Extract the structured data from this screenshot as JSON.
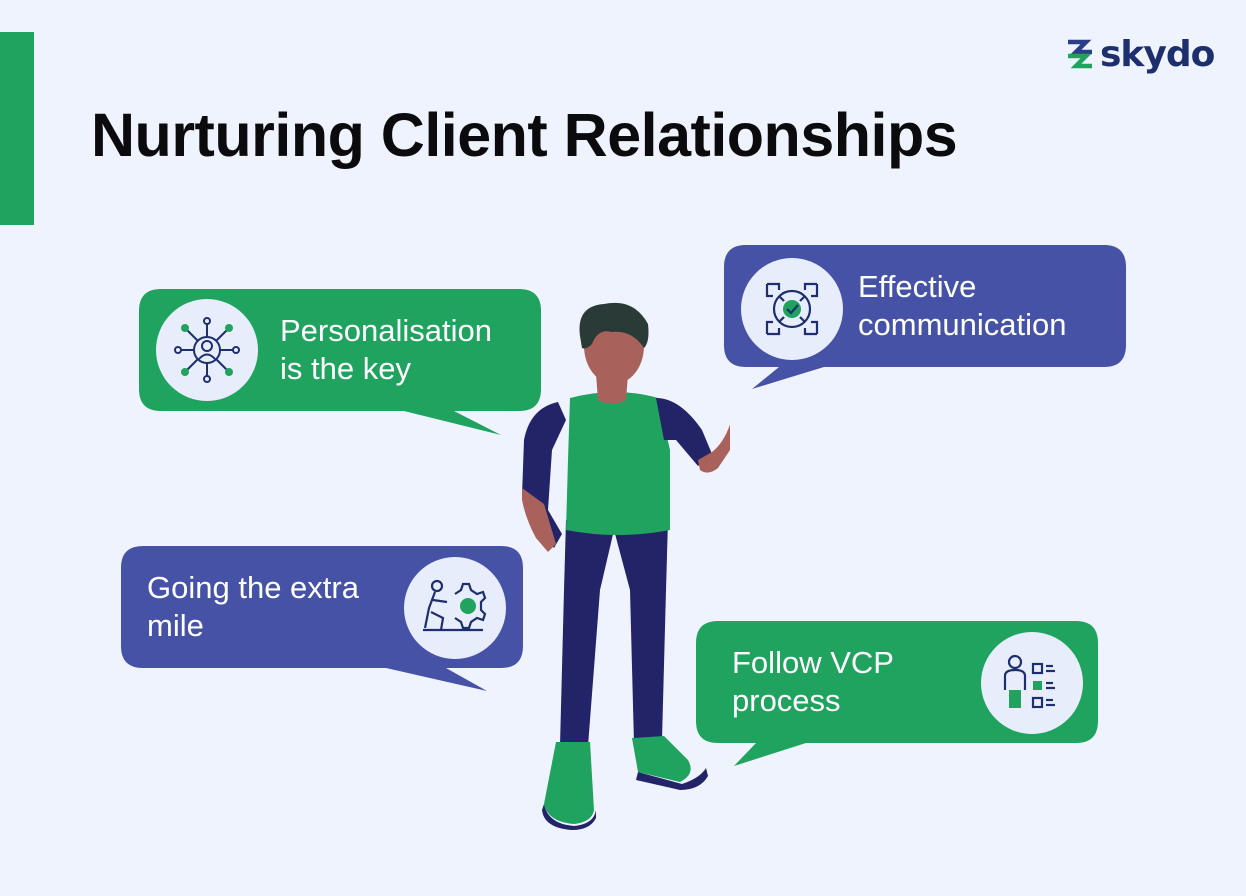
{
  "brand": {
    "name": "skydo"
  },
  "title": "Nurturing Client Relationships",
  "bubbles": [
    {
      "text": "Personalisation is the key",
      "lines": [
        "Personalisation",
        "is the key"
      ],
      "color": "#1fa35f",
      "icon": "personalisation-network-icon"
    },
    {
      "text": "Effective communication",
      "lines": [
        "Effective",
        "communication"
      ],
      "color": "#4652a6",
      "icon": "communication-target-icon"
    },
    {
      "text": "Going the extra mile",
      "lines": [
        "Going the extra",
        "mile"
      ],
      "color": "#4652a6",
      "icon": "pushing-gear-icon"
    },
    {
      "text": "Follow VCP process",
      "lines": [
        "Follow VCP",
        "process"
      ],
      "color": "#1fa35f",
      "icon": "person-checklist-icon"
    }
  ],
  "colors": {
    "background": "#eff3fd",
    "green": "#1fa35f",
    "blue": "#4652a6",
    "navy": "#1d2f6c",
    "skin": "#a8625b"
  }
}
